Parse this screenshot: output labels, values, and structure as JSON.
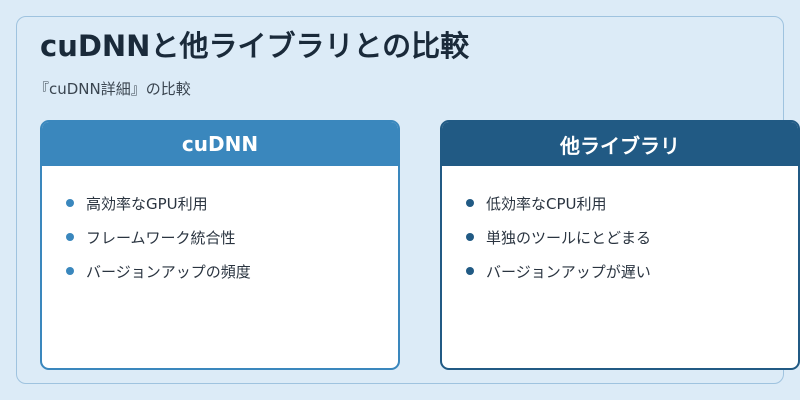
{
  "title": "cuDNNと他ライブラリとの比較",
  "subtitle": "『cuDNN詳細』の比較",
  "colors": {
    "background": "#dcebf7",
    "left_accent": "#3a87bd",
    "right_accent": "#215a84"
  },
  "cards": [
    {
      "header": "cuDNN",
      "items": [
        "高効率なGPU利用",
        "フレームワーク統合性",
        "バージョンアップの頻度"
      ]
    },
    {
      "header": "他ライブラリ",
      "items": [
        "低効率なCPU利用",
        "単独のツールにとどまる",
        "バージョンアップが遅い"
      ]
    }
  ]
}
